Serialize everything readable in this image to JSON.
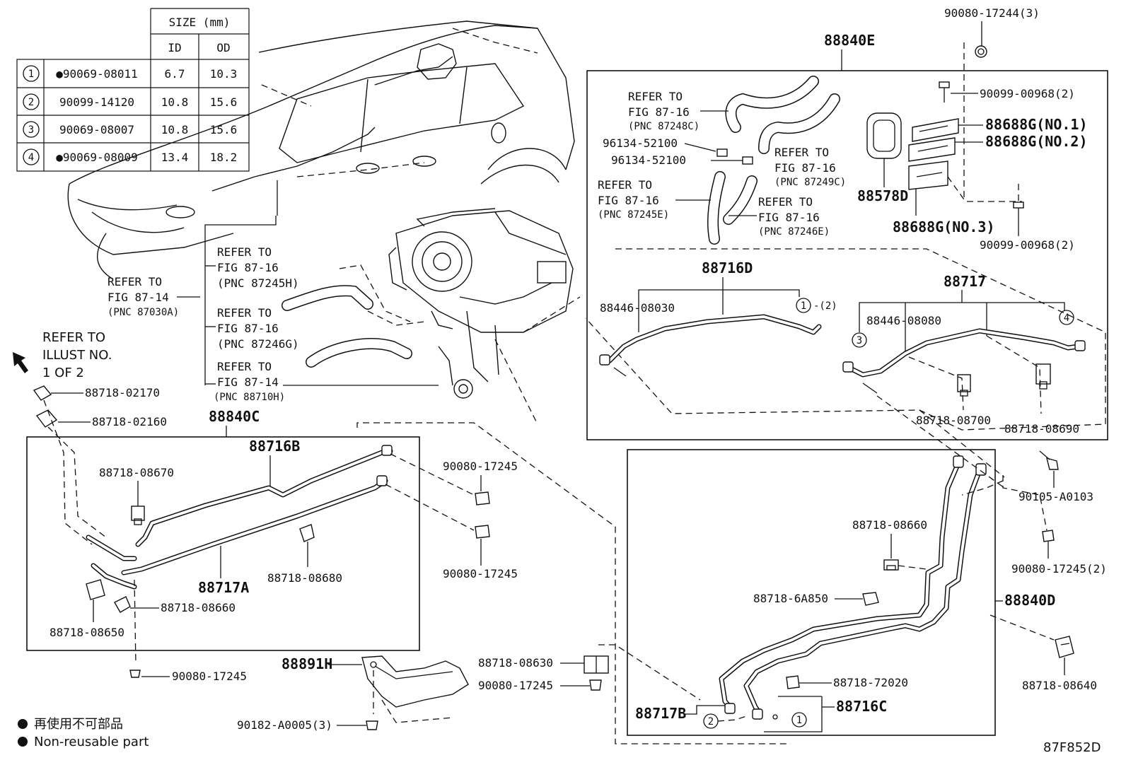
{
  "size_table": {
    "header_size": "SIZE (mm)",
    "header_id": "ID",
    "header_od": "OD",
    "rows": [
      {
        "index": "1",
        "part": "●90069-08011",
        "id": "6.7",
        "od": "10.3"
      },
      {
        "index": "2",
        "part": "90099-14120",
        "id": "10.8",
        "od": "15.6"
      },
      {
        "index": "3",
        "part": "90069-08007",
        "id": "10.8",
        "od": "15.6"
      },
      {
        "index": "4",
        "part": "●90069-08009",
        "id": "13.4",
        "od": "18.2"
      }
    ]
  },
  "labels": {
    "refer_87030a": [
      "REFER TO",
      "FIG 87-14",
      "(PNC 87030A)"
    ],
    "refer_illust": [
      "REFER TO",
      "ILLUST NO.",
      "1 OF 2"
    ],
    "refer_87245h": [
      "REFER TO",
      "FIG 87-16",
      "(PNC 87245H)"
    ],
    "refer_87246g": [
      "REFER TO",
      "FIG 87-16",
      "(PNC 87246G)"
    ],
    "refer_88710h": [
      "REFER TO",
      "FIG 87-14",
      "(PNC 88710H)"
    ],
    "refer_87248c": [
      "REFER TO",
      "FIG 87-16",
      "(PNC 87248C)"
    ],
    "refer_87249c": [
      "REFER TO",
      "FIG 87-16",
      "(PNC 87249C)"
    ],
    "refer_87245e": [
      "REFER TO",
      "FIG 87-16",
      "(PNC 87245E)"
    ],
    "refer_87246e": [
      "REFER TO",
      "FIG 87-16",
      "(PNC 87246E)"
    ]
  },
  "parts": {
    "p88840e": "88840E",
    "p90080_17244": "90080-17244(3)",
    "p90099_00968_top": "90099-00968(2)",
    "p88688g_1": "88688G(NO.1)",
    "p88688g_2": "88688G(NO.2)",
    "p88688g_3": "88688G(NO.3)",
    "p88578d": "88578D",
    "p90099_00968_bot": "90099-00968(2)",
    "p96134_a": "96134-52100",
    "p96134_b": "96134-52100",
    "p88716d": "88716D",
    "p88446_08030": "88446-08030",
    "p_ref1_2": "-(2)",
    "p88717": "88717",
    "p88446_08080": "88446-08080",
    "p88718_08700": "88718-08700",
    "p88718_08690": "88718-08690",
    "p88718_02170": "88718-02170",
    "p88718_02160": "88718-02160",
    "p88840c": "88840C",
    "p88716b": "88716B",
    "p88718_08670": "88718-08670",
    "p90080_17245_a": "90080-17245",
    "p90080_17245_b": "90080-17245",
    "p88718_08680": "88718-08680",
    "p88717a": "88717A",
    "p88718_08660_l": "88718-08660",
    "p88718_08650": "88718-08650",
    "p90080_17245_c": "90080-17245",
    "p88891h": "88891H",
    "p90182": "90182-A0005(3)",
    "p88718_08630": "88718-08630",
    "p90080_17245_d": "90080-17245",
    "p90105": "90105-A0103",
    "p88718_08660_r": "88718-08660",
    "p90080_17245_2": "90080-17245(2)",
    "p88718_6a850": "88718-6A850",
    "p88840d": "88840D",
    "p88718_08640": "88718-08640",
    "p88718_72020": "88718-72020",
    "p88717b": "88717B",
    "p88716c": "88716C"
  },
  "circles": {
    "c1": "1",
    "c2": "2",
    "c3": "3",
    "c4": "4"
  },
  "legend": {
    "jp": "再使用不可部品",
    "en": "Non-reusable part"
  },
  "figure_code": "87F852D"
}
